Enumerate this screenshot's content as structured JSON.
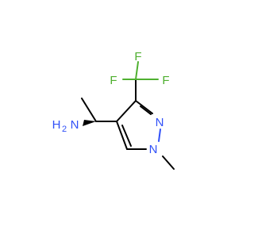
{
  "colors": {
    "carbon": "#000000",
    "nitrogen": "#3050F8",
    "fluorine": "#4FB030"
  },
  "atoms": {
    "f_top": "F",
    "f_left": "F",
    "f_right": "F",
    "n_ring": "N",
    "n_methyl": "N",
    "amine_h": "H",
    "amine_sub": "2",
    "amine_n": "N"
  }
}
